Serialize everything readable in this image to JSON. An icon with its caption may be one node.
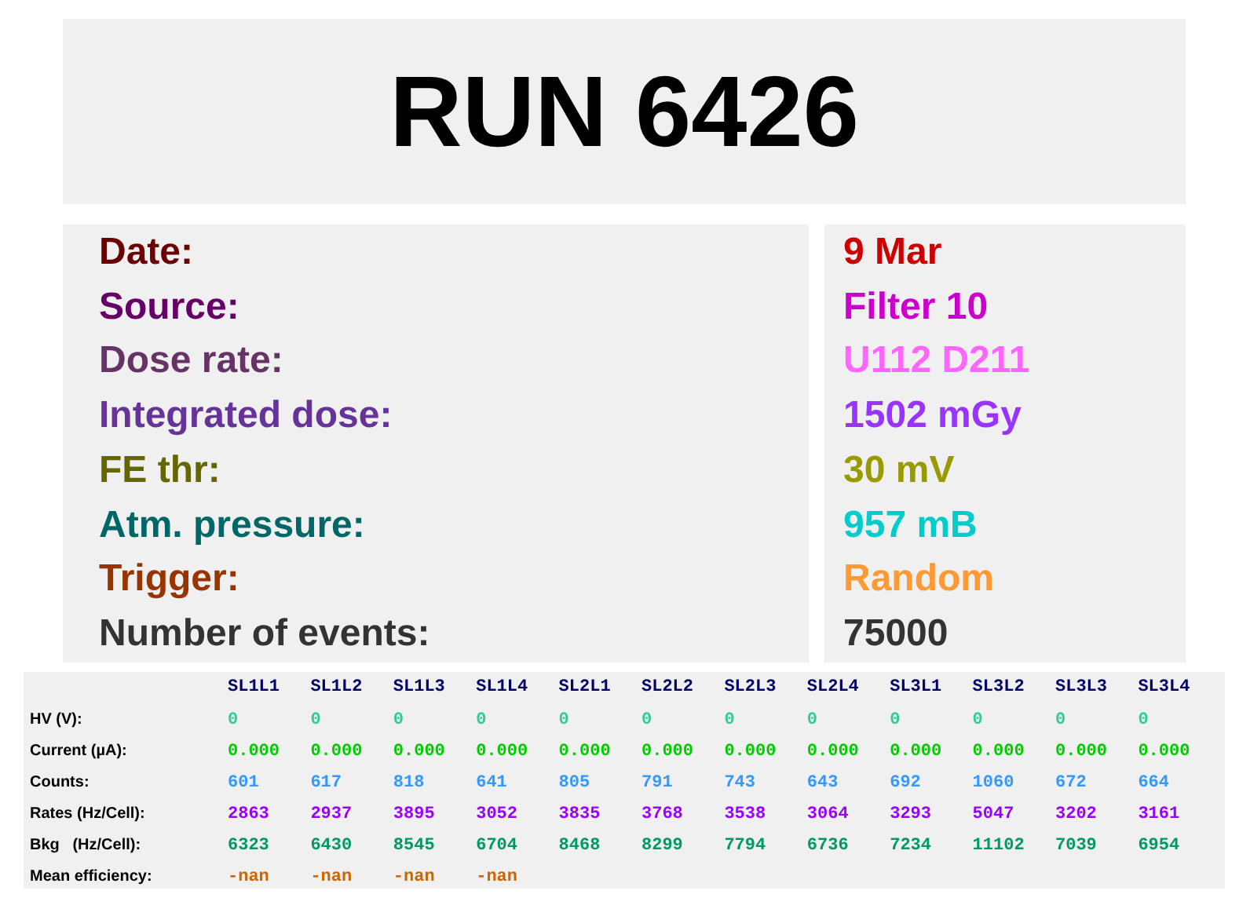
{
  "diagram": {
    "title": "RUN 6426",
    "labels": [
      "Date:",
      "9 Mar",
      "Source:",
      "Filter 10",
      "Dose rate:",
      "U112 D211",
      "Integrated dose:",
      "1502 mGy",
      "FE thr:",
      "30 mV",
      "Atm. pressure:",
      "957 mB",
      "Trigger:",
      "Random",
      "Number of events:",
      "75000",
      "SL1L1",
      "SL1L2",
      "SL1L3",
      "SL1L4",
      "SL2L1",
      "SL2L2",
      "SL2L3",
      "SL2L4",
      "SL3L1",
      "SL3L2",
      "SL3L3",
      "SL3L4",
      "HV (V):",
      "0",
      "0",
      "0",
      "0",
      "0",
      "0",
      "0",
      "0",
      "0",
      "0",
      "0",
      "0",
      "Current (µA):",
      "0.000",
      "0.000",
      "0.000",
      "0.000",
      "0.000",
      "0.000",
      "0.000",
      "0.000",
      "0.000",
      "0.000",
      "0.000",
      "0.000",
      "Counts:",
      "601",
      "617",
      "818",
      "641",
      "805",
      "791",
      "743",
      "643",
      "692",
      "1060",
      "672",
      "664",
      "Rates (Hz/Cell):",
      "2863",
      "2937",
      "3895",
      "3052",
      "3835",
      "3768",
      "3538",
      "3064",
      "3293",
      "5047",
      "3202",
      "3161",
      "Bkg   (Hz/Cell):",
      "6323",
      "6430",
      "8545",
      "6704",
      "8468",
      "8299",
      "7794",
      "6736",
      "7234",
      "11102",
      "7039",
      "6954",
      "Mean efficiency:",
      "-nan",
      "-nan",
      "-nan",
      "-nan"
    ]
  }
}
